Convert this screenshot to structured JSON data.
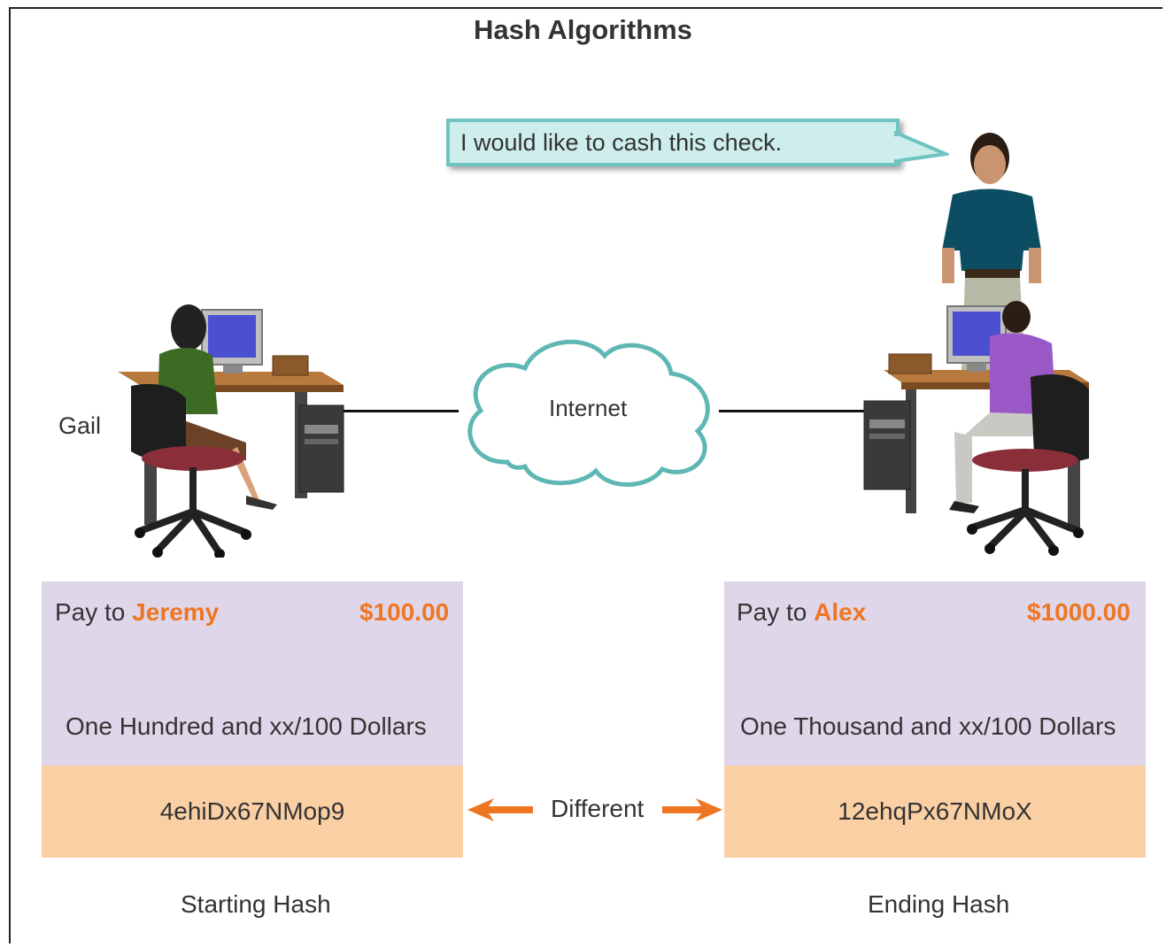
{
  "title": "Hash Algorithms",
  "speech_bubble": "I would like to cash this check.",
  "sender_name": "Gail",
  "network_label": "Internet",
  "starting_check": {
    "pay_to_prefix": "Pay to",
    "payee": "Jeremy",
    "amount": "$100.00",
    "amount_words": "One Hundred and xx/100 Dollars",
    "hash": "4ehiDx67NMop9",
    "caption": "Starting Hash"
  },
  "ending_check": {
    "pay_to_prefix": "Pay to",
    "payee": "Alex",
    "amount": "$1000.00",
    "amount_words": "One Thousand and xx/100 Dollars",
    "hash": "12ehqPx67NMoX",
    "caption": "Ending Hash"
  },
  "comparison_label": "Different",
  "colors": {
    "check_bg": "#e0d6e9",
    "hash_bg": "#fbcfa4",
    "accent_orange": "#ee7623",
    "bubble_bg": "#cdeeec",
    "bubble_border": "#6fc3c0",
    "cloud_stroke": "#5fb7b4"
  }
}
